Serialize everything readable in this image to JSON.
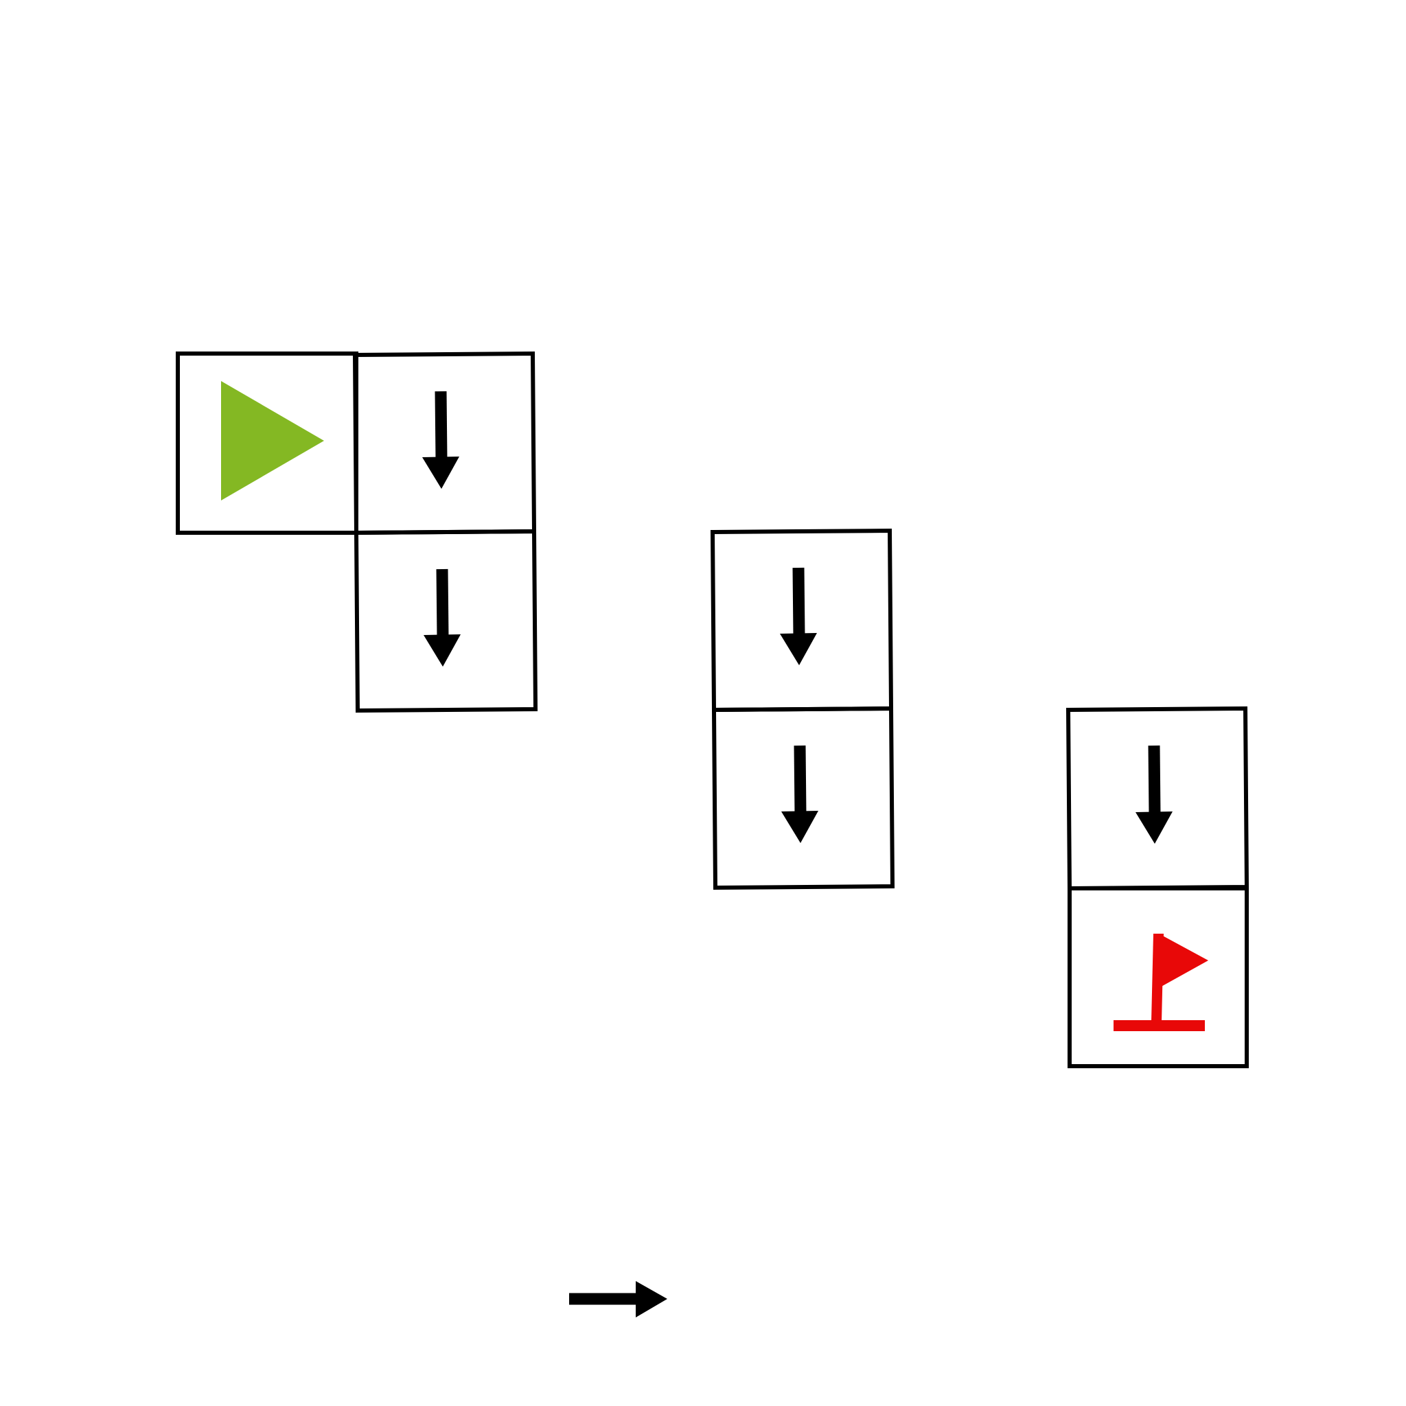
{
  "puzzle": {
    "background": "#ffffff",
    "stroke_color": "#000000",
    "start_color": "#84b823",
    "goal_color": "#e80808",
    "arrow_color": "#000000",
    "cells": [
      {
        "id": "start",
        "icon": "start-triangle-icon"
      },
      {
        "id": "c1-top",
        "icon": "arrow-down-icon"
      },
      {
        "id": "c1-bottom",
        "icon": "arrow-down-icon"
      },
      {
        "id": "c2-top",
        "icon": "arrow-down-icon"
      },
      {
        "id": "c2-bottom",
        "icon": "arrow-down-icon"
      },
      {
        "id": "c3-top",
        "icon": "arrow-down-icon"
      },
      {
        "id": "goal",
        "icon": "goal-flag-icon"
      }
    ],
    "loose_arrow": {
      "icon": "arrow-right-icon"
    }
  }
}
